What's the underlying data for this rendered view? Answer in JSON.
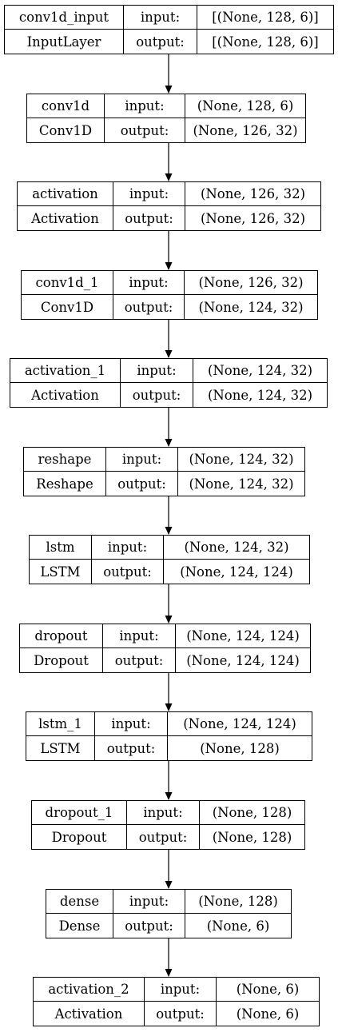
{
  "layers": [
    {
      "name": "conv1d_input",
      "type": "InputLayer",
      "input_label": "input:",
      "output_label": "output:",
      "input_shape": "[(None, 128, 6)]",
      "output_shape": "[(None, 128, 6)]"
    },
    {
      "name": "conv1d",
      "type": "Conv1D",
      "input_label": "input:",
      "output_label": "output:",
      "input_shape": "(None, 128, 6)",
      "output_shape": "(None, 126, 32)"
    },
    {
      "name": "activation",
      "type": "Activation",
      "input_label": "input:",
      "output_label": "output:",
      "input_shape": "(None, 126, 32)",
      "output_shape": "(None, 126, 32)"
    },
    {
      "name": "conv1d_1",
      "type": "Conv1D",
      "input_label": "input:",
      "output_label": "output:",
      "input_shape": "(None, 126, 32)",
      "output_shape": "(None, 124, 32)"
    },
    {
      "name": "activation_1",
      "type": "Activation",
      "input_label": "input:",
      "output_label": "output:",
      "input_shape": "(None, 124, 32)",
      "output_shape": "(None, 124, 32)"
    },
    {
      "name": "reshape",
      "type": "Reshape",
      "input_label": "input:",
      "output_label": "output:",
      "input_shape": "(None, 124, 32)",
      "output_shape": "(None, 124, 32)"
    },
    {
      "name": "lstm",
      "type": "LSTM",
      "input_label": "input:",
      "output_label": "output:",
      "input_shape": "(None, 124, 32)",
      "output_shape": "(None, 124, 124)"
    },
    {
      "name": "dropout",
      "type": "Dropout",
      "input_label": "input:",
      "output_label": "output:",
      "input_shape": "(None, 124, 124)",
      "output_shape": "(None, 124, 124)"
    },
    {
      "name": "lstm_1",
      "type": "LSTM",
      "input_label": "input:",
      "output_label": "output:",
      "input_shape": "(None, 124, 124)",
      "output_shape": "(None, 128)"
    },
    {
      "name": "dropout_1",
      "type": "Dropout",
      "input_label": "input:",
      "output_label": "output:",
      "input_shape": "(None, 128)",
      "output_shape": "(None, 128)"
    },
    {
      "name": "dense",
      "type": "Dense",
      "input_label": "input:",
      "output_label": "output:",
      "input_shape": "(None, 128)",
      "output_shape": "(None, 6)"
    },
    {
      "name": "activation_2",
      "type": "Activation",
      "input_label": "input:",
      "output_label": "output:",
      "input_shape": "(None, 6)",
      "output_shape": "(None, 6)"
    }
  ],
  "edges": [
    [
      0,
      1
    ],
    [
      1,
      2
    ],
    [
      2,
      3
    ],
    [
      3,
      4
    ],
    [
      4,
      5
    ],
    [
      5,
      6
    ],
    [
      6,
      7
    ],
    [
      7,
      8
    ],
    [
      8,
      9
    ],
    [
      9,
      10
    ],
    [
      10,
      11
    ]
  ],
  "colors": {
    "line": "#000000",
    "background": "#ffffff"
  }
}
